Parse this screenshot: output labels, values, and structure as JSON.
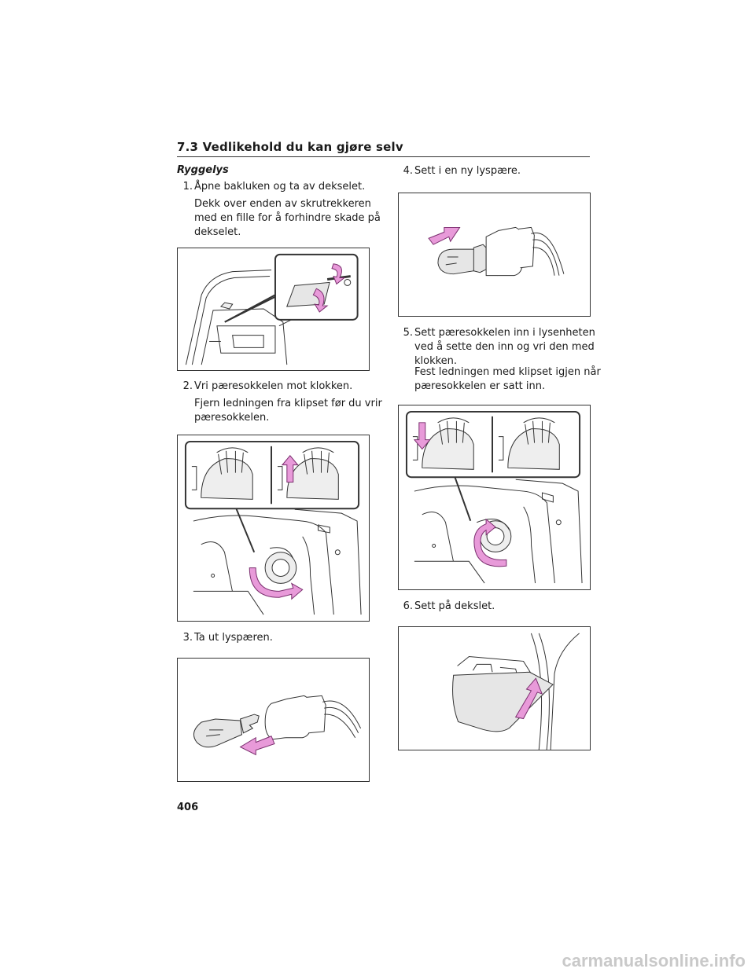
{
  "header": {
    "section_title": "7.3  Vedlikehold du kan gjøre selv"
  },
  "left_column": {
    "subheading": "Ryggelys",
    "step1": {
      "number": "1.",
      "text": "Åpne bakluken og ta av dekselet.",
      "note_lines": [
        "Dekk over enden av skrutrekkeren",
        "med en fille for å forhindre skade på",
        "dekselet."
      ]
    },
    "step2": {
      "number": "2.",
      "text": "Vri pæresokkelen mot klokken.",
      "note_lines": [
        "Fjern ledningen fra klipset før du vrir",
        "pæresokkelen."
      ]
    },
    "step3": {
      "number": "3.",
      "text": "Ta ut lyspæren."
    }
  },
  "right_column": {
    "step4": {
      "number": "4.",
      "text": "Sett i en ny lyspære."
    },
    "step5": {
      "number": "5.",
      "text_lines": [
        "Sett pæresokkelen inn i lysenheten",
        "ved å sette den inn og vri den med",
        "klokken."
      ],
      "note_lines": [
        "Fest ledningen med klipset igjen når",
        "pæresokkelen er satt inn."
      ]
    },
    "step6": {
      "number": "6.",
      "text": "Sett på dekslet."
    }
  },
  "footer": {
    "page_number": "406",
    "watermark": "carmanualsonline.info"
  },
  "colors": {
    "arrow_fill": "#e89ad9",
    "arrow_stroke": "#7a2e6e",
    "line": "#333333",
    "cover_fill": "#e6e6e6"
  }
}
